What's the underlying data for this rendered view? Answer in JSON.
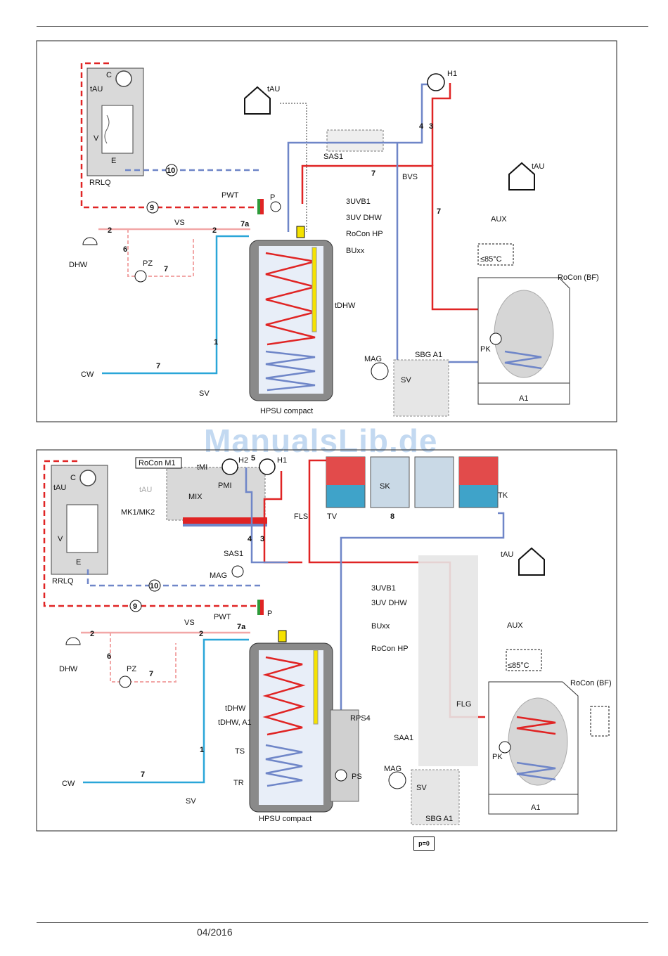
{
  "footer": {
    "date": "04/2016"
  },
  "watermark": "ManualsLib.de",
  "pressure_badge": "p=0",
  "colors": {
    "supply": "#e02424",
    "return": "#6f86c8",
    "cold": "#2aa6d8",
    "dhw": "#f2a7a7",
    "panel": "#d9d9d9",
    "heater": "#f5e200"
  },
  "diagram1": {
    "rrlq": "RRLQ",
    "c": "C",
    "tau": "tAU",
    "v": "V",
    "e": "E",
    "pwt": "PWT",
    "p": "P",
    "uvb1": "3UVB1",
    "uvdhw": "3UV DHW",
    "rocon_hp": "RoCon HP",
    "buxx": "BUxx",
    "sas1": "SAS1",
    "bvs": "BVS",
    "h1": "H1",
    "aux": "AUX",
    "temp_limit": "≤85°C",
    "rocon_bf": "RoCon\n(BF)",
    "tdhw": "tDHW",
    "mag": "MAG",
    "sbg": "SBG A1",
    "sv": "SV",
    "pk": "PK",
    "a1": "A1",
    "hpsu": "HPSU compact",
    "dhw": "DHW",
    "vs": "VS",
    "pz": "PZ",
    "cw": "CW",
    "nums": [
      "2",
      "2",
      "6",
      "7",
      "7a",
      "7",
      "1",
      "9",
      "10",
      "4",
      "3",
      "7",
      "7"
    ]
  },
  "diagram2": {
    "rocon_m1": "RoCon M1",
    "tmi": "tMI",
    "pmi": "PMI",
    "mix": "MIX",
    "h2": "H2",
    "h1": "H1",
    "mk": "MK1/MK2",
    "rrlq": "RRLQ",
    "c": "C",
    "tau": "tAU",
    "tau2": "tAU",
    "v": "V",
    "e": "E",
    "sas1": "SAS1",
    "mag": "MAG",
    "pwt": "PWT",
    "p": "P",
    "uvb1": "3UVB1",
    "uvdhw": "3UV DHW",
    "buxx": "BUxx",
    "rocon_hp": "RoCon HP",
    "fls": "FLS",
    "tv": "TV",
    "sk": "SK",
    "tk": "TK",
    "aux": "AUX",
    "temp_limit": "≤85°C",
    "rocon_bf": "RoCon\n(BF)",
    "flg": "FLG",
    "saa1": "SAA1",
    "rps4": "RPS4",
    "ps": "PS",
    "tdhw": "tDHW",
    "tdhwa1": "tDHW, A1",
    "ts": "TS",
    "tr": "TR",
    "sv": "SV",
    "sbg": "SBG A1",
    "pk": "PK",
    "a1": "A1",
    "hpsu": "HPSU compact",
    "dhw": "DHW",
    "vs": "VS",
    "pz": "PZ",
    "cw": "CW",
    "nums": [
      "5",
      "4",
      "3",
      "2",
      "2",
      "6",
      "7",
      "7a",
      "1",
      "7",
      "8",
      "9",
      "10"
    ]
  }
}
